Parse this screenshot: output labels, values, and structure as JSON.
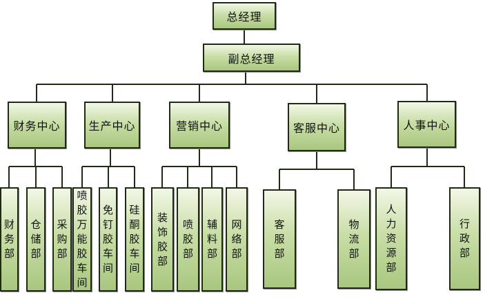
{
  "colors": {
    "line": "#1f2a14",
    "box_top": "#f2f7e6",
    "box_bottom": "#a9c77f"
  },
  "root": {
    "label": "总经理"
  },
  "deputy": {
    "label": "副总经理"
  },
  "centers": [
    {
      "id": "finance",
      "label": "财务中心",
      "departments": [
        {
          "label": "财务部"
        },
        {
          "label": "仓储部"
        },
        {
          "label": "采购部"
        }
      ]
    },
    {
      "id": "production",
      "label": "生产中心",
      "departments": [
        {
          "label": "喷胶万能胶车间"
        },
        {
          "label": "免钉胶车间"
        },
        {
          "label": "硅酮胶车间"
        }
      ]
    },
    {
      "id": "marketing",
      "label": "营销中心",
      "departments": [
        {
          "label": "装饰胶部"
        },
        {
          "label": "喷胶部"
        },
        {
          "label": "辅料部"
        },
        {
          "label": "网络部"
        }
      ]
    },
    {
      "id": "service",
      "label": "客服中心",
      "departments": [
        {
          "label": "客服部"
        },
        {
          "label": "物流部"
        }
      ]
    },
    {
      "id": "hr",
      "label": "人事中心",
      "departments": [
        {
          "label": "人力资源部"
        },
        {
          "label": "行政部"
        }
      ]
    }
  ]
}
